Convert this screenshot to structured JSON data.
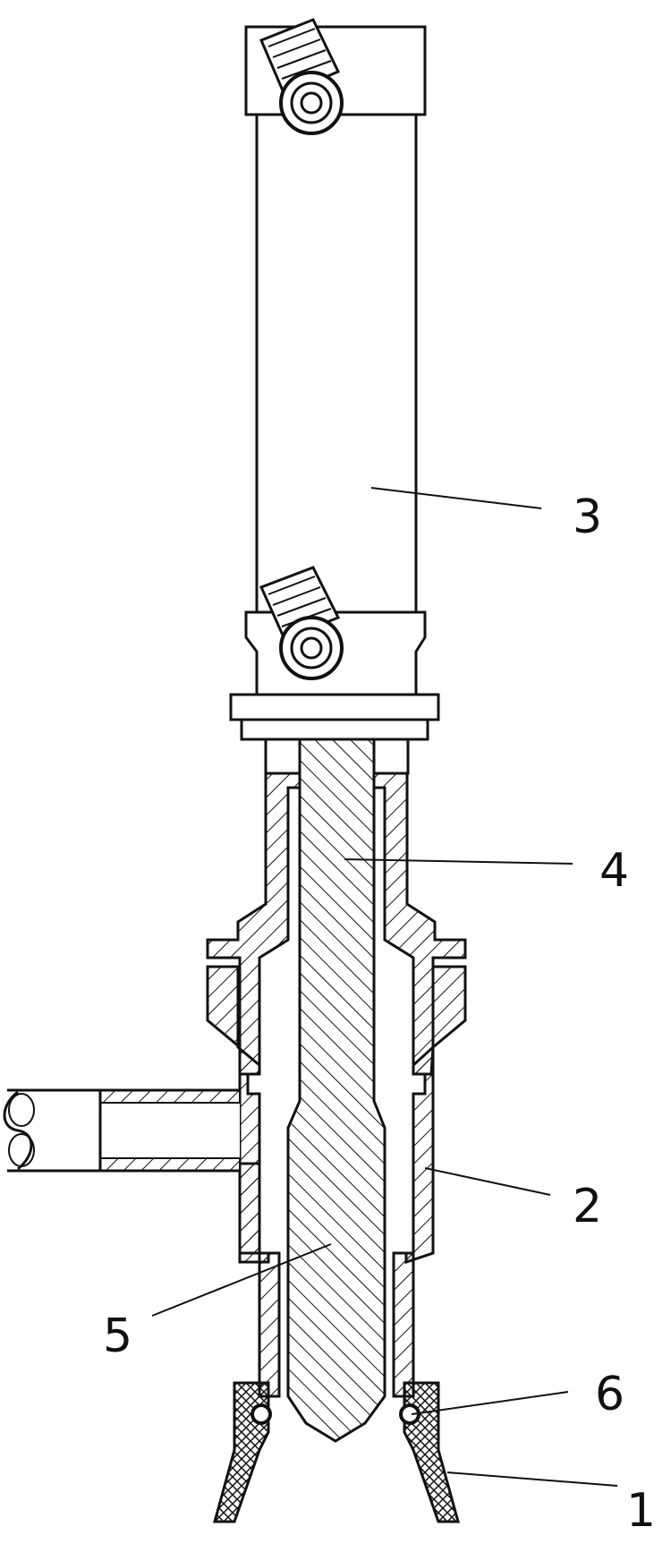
{
  "callouts": {
    "label_1": "1",
    "label_2": "2",
    "label_3": "3",
    "label_4": "4",
    "label_5": "5",
    "label_6": "6"
  },
  "colors": {
    "line": "#111111",
    "background": "#ffffff"
  }
}
